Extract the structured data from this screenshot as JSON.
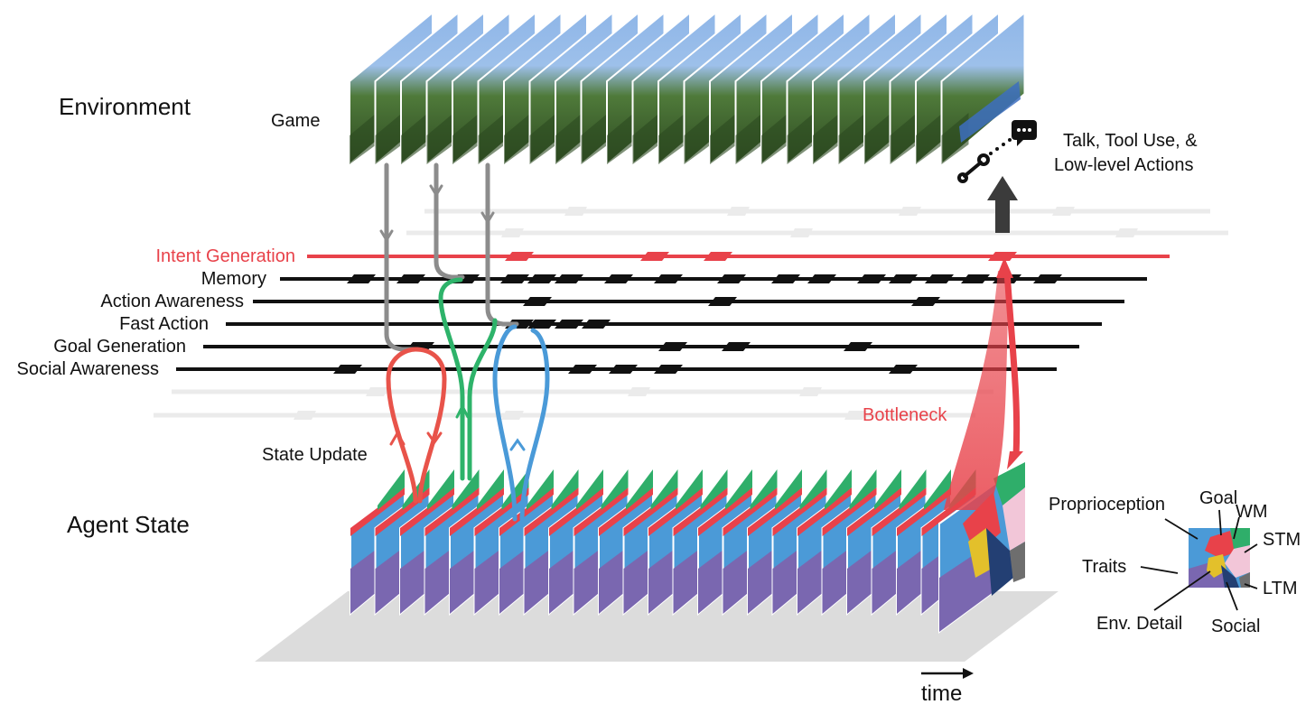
{
  "labels": {
    "environment": "Environment",
    "game": "Game",
    "actions_line1": "Talk, Tool Use, &",
    "actions_line2": "Low-level Actions",
    "state_update": "State Update",
    "agent_state": "Agent State",
    "bottleneck": "Bottleneck",
    "time": "time"
  },
  "modules": [
    {
      "name": "Intent Generation",
      "highlight": true
    },
    {
      "name": "Memory",
      "highlight": false
    },
    {
      "name": "Action Awareness",
      "highlight": false
    },
    {
      "name": "Fast Action",
      "highlight": false
    },
    {
      "name": "Goal Generation",
      "highlight": false
    },
    {
      "name": "Social Awareness",
      "highlight": false
    }
  ],
  "state_legend": {
    "proprioception": "Proprioception",
    "goal": "Goal",
    "wm": "WM",
    "stm": "STM",
    "traits": "Traits",
    "ltm": "LTM",
    "env_detail": "Env. Detail",
    "social": "Social"
  },
  "colors": {
    "intent": "#e8424a",
    "bottleneck": "#e8424a",
    "flow_gray": "#8c8c8c",
    "flow_green": "#2eb36a",
    "flow_blue": "#4a9ad8",
    "flow_red": "#e8534a",
    "state_blue": "#4b9ad7",
    "state_purple": "#7a67b0",
    "state_green": "#2fae6a",
    "state_red": "#e8424a",
    "state_yellow": "#e3c02b",
    "state_navy": "#233f73",
    "state_pink": "#f2c6d8",
    "state_gray": "#6e6e6e",
    "floor": "#dcdcdc"
  },
  "icons": [
    "chat-bubble-icon",
    "wrench-icon",
    "up-arrow-icon",
    "time-arrow-icon"
  ]
}
